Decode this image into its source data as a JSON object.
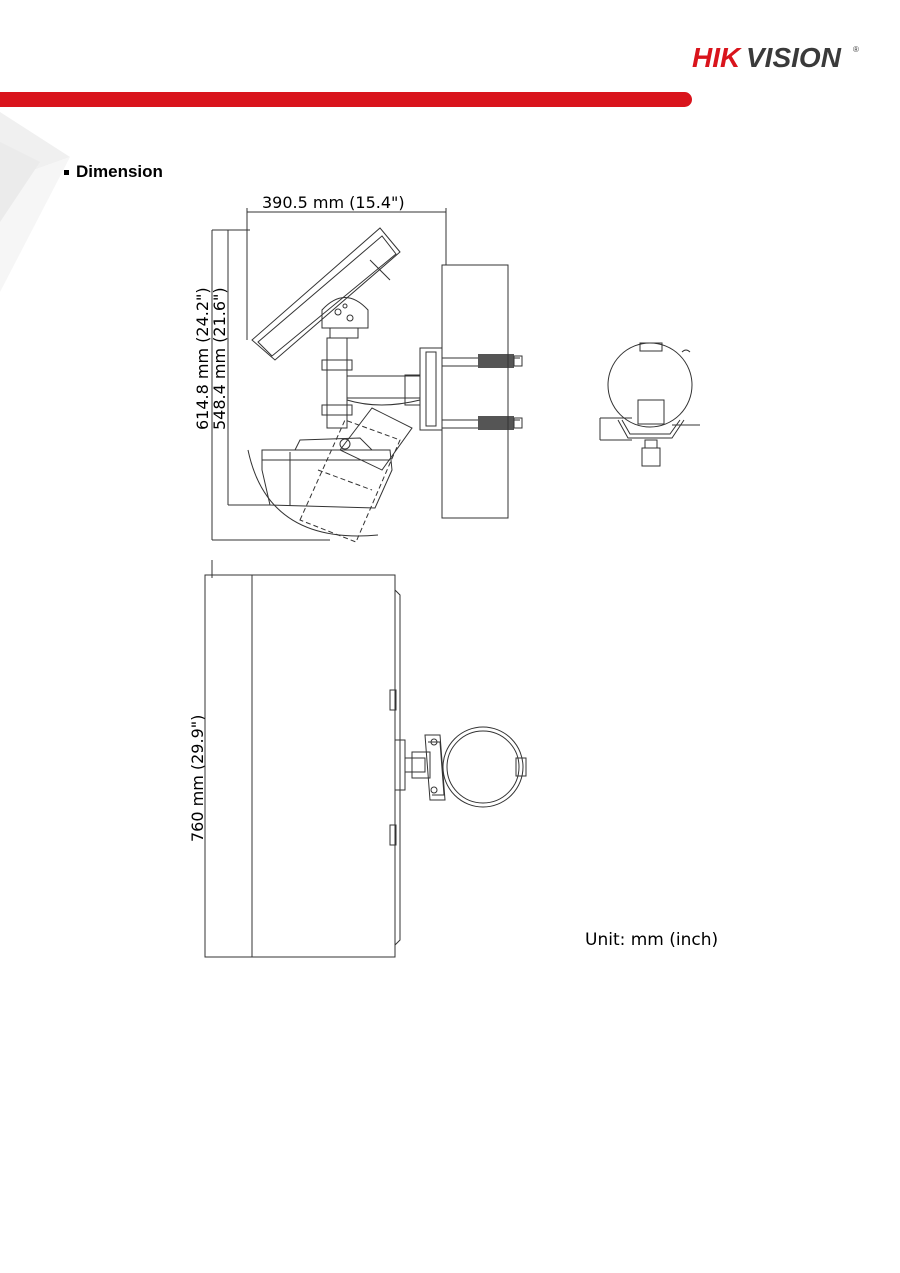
{
  "brand": {
    "name": "HIKVISION",
    "red_part": "HIK",
    "rest_part": "VISION",
    "mark": "®",
    "color": "#d9141c"
  },
  "section": {
    "title": "Dimension"
  },
  "dimensions": {
    "width_label": "390.5 mm (15.4\")",
    "height_total_label": "614.8 mm (24.2\")",
    "height_inner_label": "548.4 mm (21.6\")",
    "length_label": "760 mm (29.9\")"
  },
  "unit_note": "Unit: mm (inch)"
}
